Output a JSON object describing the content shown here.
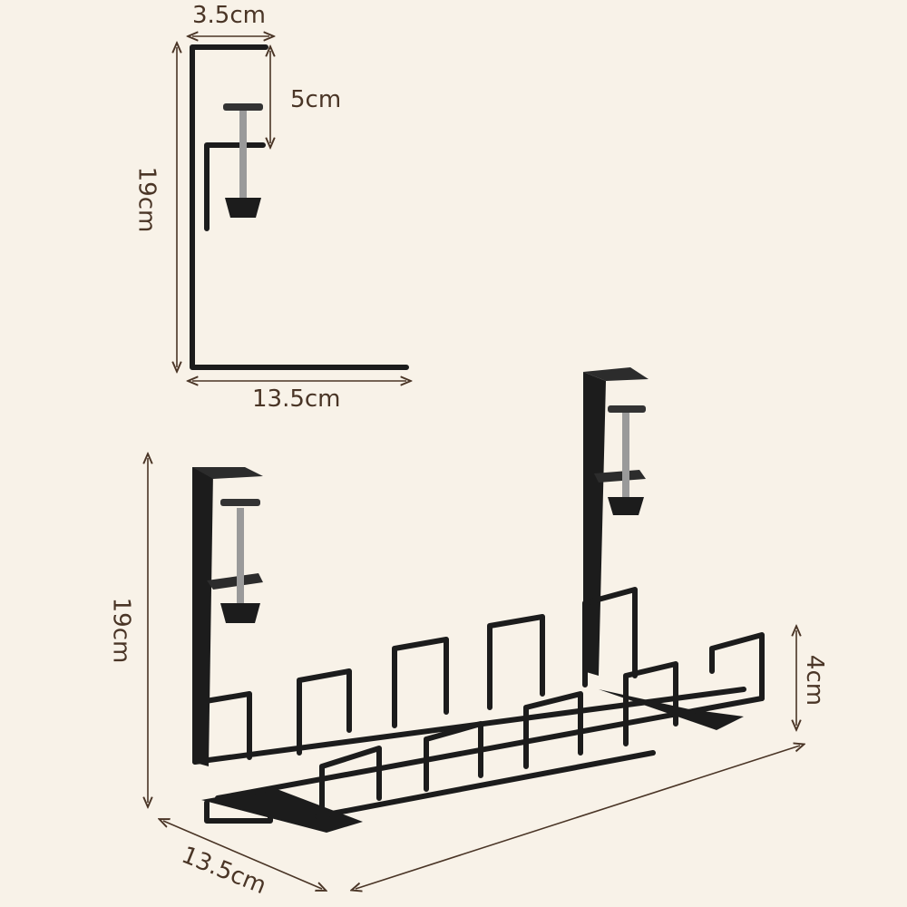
{
  "title": "Under-desk cable tray dimensions",
  "side_view": {
    "top_arm_width": "3.5cm",
    "clamp_opening": "5cm",
    "height": "19cm",
    "base_depth": "13.5cm"
  },
  "perspective_view": {
    "height": "19cm",
    "wire_height": "4cm",
    "depth": "13.5cm"
  },
  "colors": {
    "background": "#f8f2e8",
    "text": "#4a3526",
    "metal": "#1c1c1c"
  }
}
